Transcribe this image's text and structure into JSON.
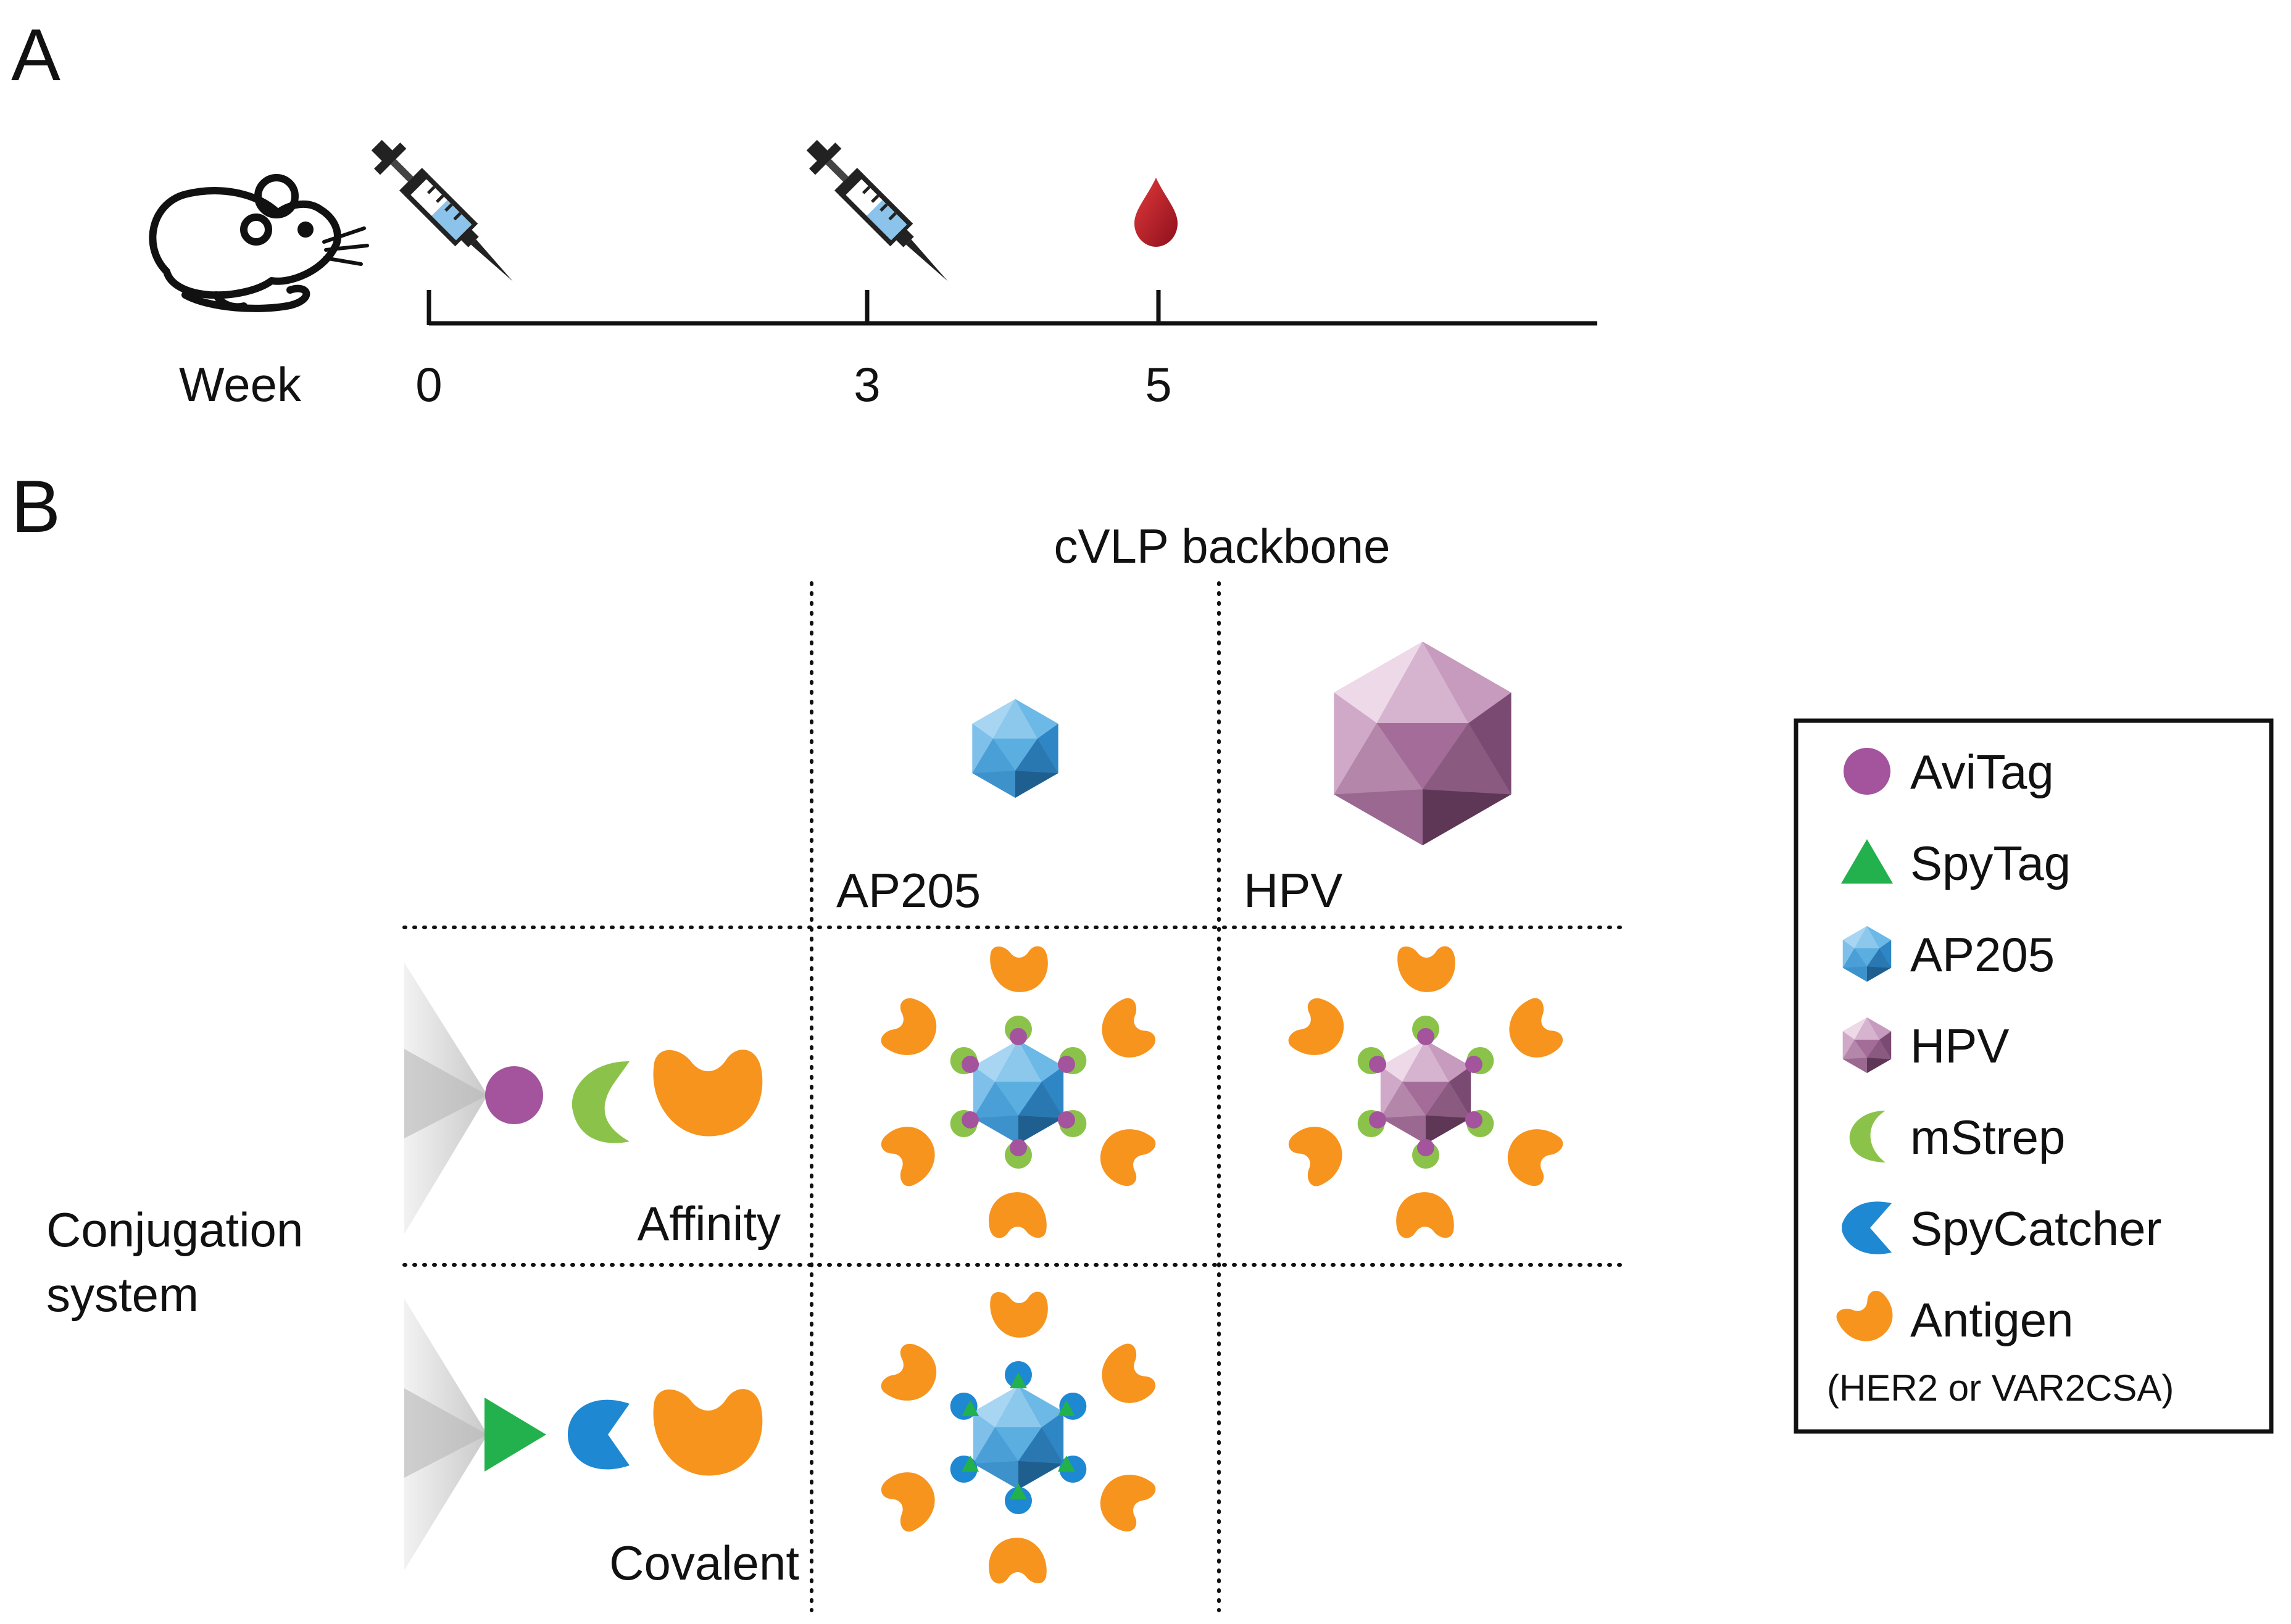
{
  "panel_a": {
    "letter": "A",
    "week_label": "Week",
    "weeks": [
      "0",
      "3",
      "5"
    ]
  },
  "panel_b": {
    "letter": "B",
    "backbone_title": "cVLP backbone",
    "backbones": [
      "AP205",
      "HPV"
    ],
    "row_title_line1": "Conjugation",
    "row_title_line2": "system",
    "systems": [
      "Affinity",
      "Covalent"
    ]
  },
  "legend": {
    "items": [
      {
        "label": "AviTag",
        "icon": "avitag-circle-icon"
      },
      {
        "label": "SpyTag",
        "icon": "spytag-triangle-icon"
      },
      {
        "label": "AP205",
        "icon": "ap205-icosahedron-icon"
      },
      {
        "label": "HPV",
        "icon": "hpv-icosahedron-icon"
      },
      {
        "label": "mStrep",
        "icon": "mstrep-crescent-icon"
      },
      {
        "label": "SpyCatcher",
        "icon": "spycatcher-chevron-icon"
      },
      {
        "label": "Antigen",
        "icon": "antigen-shape-icon"
      }
    ],
    "antigen_note": "(HER2 or VAR2CSA)"
  },
  "colors": {
    "avitag": "#a3549d",
    "spytag": "#22b14c",
    "mstrep": "#8bc34a",
    "spycatcher": "#1e88d2",
    "antigen": "#f7941d",
    "ap205": "#4da3d8",
    "hpv": "#a9739f",
    "blood": "#c8102e"
  }
}
